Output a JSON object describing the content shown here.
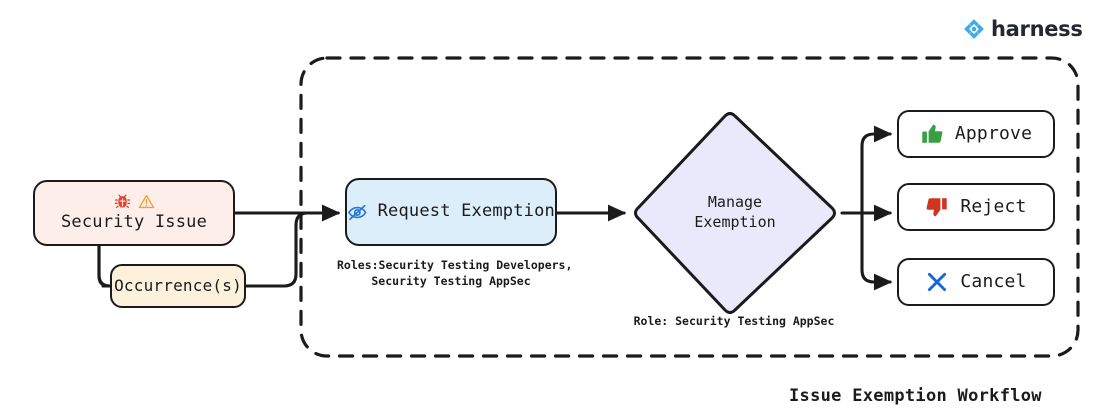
{
  "brand": {
    "name": "harness",
    "logo_icon": "harness-diamond-logo",
    "color": "#3dabe8"
  },
  "diagram": {
    "title": "Issue Exemption Workflow",
    "container": {
      "style": "dashed-rounded-rectangle",
      "name": "exemption-scope-group"
    },
    "nodes": [
      {
        "id": "security-issue",
        "label": "Security Issue",
        "fill": "#fdeeea",
        "icons": [
          "bug-icon",
          "warning-triangle-icon"
        ],
        "icon_colors": [
          "#e8402a",
          "#f0a33a"
        ]
      },
      {
        "id": "occurrences",
        "label": "Occurrence(s)",
        "fill": "#fdf1dd",
        "icons": []
      },
      {
        "id": "request-exemption",
        "label": "Request Exemption",
        "fill": "#ddeefb",
        "icons": [
          "eye-slash-icon"
        ],
        "icon_colors": [
          "#2176d9"
        ],
        "caption": "Roles:Security Testing Developers,\nSecurity Testing AppSec"
      },
      {
        "id": "manage-exemption",
        "label_line1": "Manage",
        "label_line2": "Exemption",
        "shape": "diamond",
        "fill": "#eae8fb",
        "caption": "Role: Security Testing AppSec"
      },
      {
        "id": "approve",
        "label": "Approve",
        "fill": "#ffffff",
        "icons": [
          "thumbs-up-icon"
        ],
        "icon_colors": [
          "#3a9e42"
        ]
      },
      {
        "id": "reject",
        "label": "Reject",
        "fill": "#ffffff",
        "icons": [
          "thumbs-down-icon"
        ],
        "icon_colors": [
          "#d0361f"
        ]
      },
      {
        "id": "cancel",
        "label": "Cancel",
        "fill": "#ffffff",
        "icons": [
          "close-x-icon"
        ],
        "icon_colors": [
          "#1565d8"
        ]
      }
    ],
    "edges": [
      {
        "from": "security-issue",
        "to": "request-exemption"
      },
      {
        "from": "security-issue",
        "to": "occurrences"
      },
      {
        "from": "occurrences",
        "to": "request-exemption"
      },
      {
        "from": "request-exemption",
        "to": "manage-exemption"
      },
      {
        "from": "manage-exemption",
        "to": "approve"
      },
      {
        "from": "manage-exemption",
        "to": "reject"
      },
      {
        "from": "manage-exemption",
        "to": "cancel"
      }
    ],
    "stroke_color": "#1b1b1b"
  }
}
